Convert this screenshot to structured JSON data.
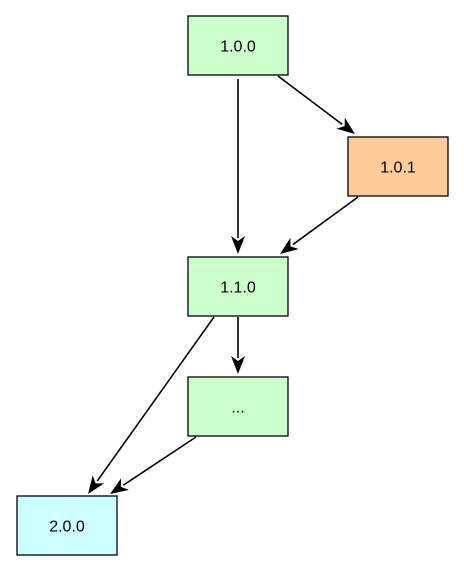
{
  "colors": {
    "green": "#ccffcc",
    "orange": "#ffcc99",
    "cyan": "#ccffff",
    "stroke": "#000000"
  },
  "nodes": [
    {
      "id": "n100",
      "label": "1.0.0",
      "color": "green"
    },
    {
      "id": "n101",
      "label": "1.0.1",
      "color": "orange"
    },
    {
      "id": "n110",
      "label": "1.1.0",
      "color": "green"
    },
    {
      "id": "ndots",
      "label": "...",
      "color": "green"
    },
    {
      "id": "n200",
      "label": "2.0.0",
      "color": "cyan"
    }
  ],
  "edges": [
    {
      "from": "n100",
      "to": "n110"
    },
    {
      "from": "n100",
      "to": "n101"
    },
    {
      "from": "n101",
      "to": "n110"
    },
    {
      "from": "n110",
      "to": "ndots"
    },
    {
      "from": "n110",
      "to": "n200"
    },
    {
      "from": "ndots",
      "to": "n200"
    }
  ]
}
